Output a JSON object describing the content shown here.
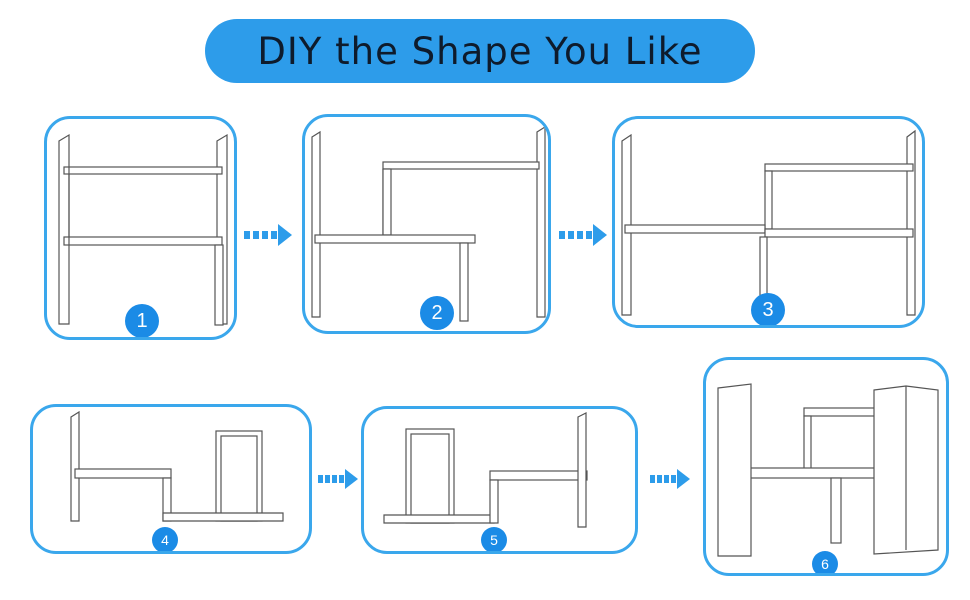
{
  "title": "DIY the Shape You Like",
  "steps": [
    {
      "number": "1"
    },
    {
      "number": "2"
    },
    {
      "number": "3"
    },
    {
      "number": "4"
    },
    {
      "number": "5"
    },
    {
      "number": "6"
    }
  ],
  "colors": {
    "accent": "#2d9cea",
    "frame_border": "#3aa7ec",
    "badge": "#1b8be6",
    "title_text": "#0e1b2c",
    "line_art": "#555555"
  },
  "icons": {
    "arrow": "arrow-right-icon"
  }
}
